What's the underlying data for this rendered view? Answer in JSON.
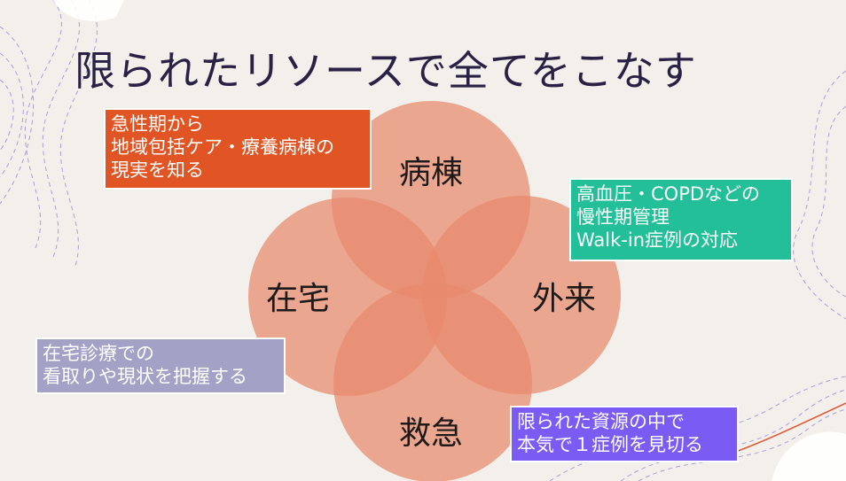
{
  "title": "限られたリソースで全てをこなす",
  "colors": {
    "background": "#f3f0ec",
    "circle_fill": "#e8896c",
    "title_text": "#2a2244",
    "note_ward": "#e05523",
    "note_outpatient": "#22bf98",
    "note_home": "#a3a2c6",
    "note_emergency": "#7a5cf5",
    "deco_line": "#8e86c9",
    "deco_accent": "#e8502a"
  },
  "venn": {
    "circles": [
      {
        "id": "ward",
        "label": "病棟"
      },
      {
        "id": "outpatient",
        "label": "外来"
      },
      {
        "id": "home",
        "label": "在宅"
      },
      {
        "id": "emergency",
        "label": "救急"
      }
    ]
  },
  "notes": {
    "ward": {
      "lines": [
        "急性期から",
        "地域包括ケア・療養病棟の",
        "現実を知る"
      ]
    },
    "outpatient": {
      "lines": [
        "高血圧・COPDなどの",
        "慢性期管理",
        "Walk-in症例の対応"
      ]
    },
    "home": {
      "lines": [
        "在宅診療での",
        "看取りや現状を把握する"
      ]
    },
    "emergency": {
      "lines": [
        "限られた資源の中で",
        "本気で１症例を見切る"
      ]
    }
  }
}
